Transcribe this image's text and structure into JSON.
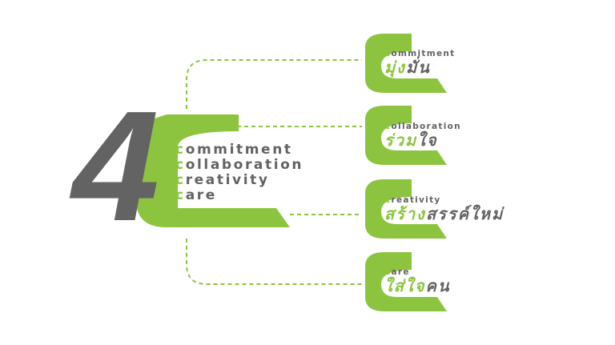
{
  "main": {
    "numeral": "4",
    "lines": [
      {
        "initial": "c",
        "rest": "ommitment"
      },
      {
        "initial": "c",
        "rest": "ollaboration"
      },
      {
        "initial": "c",
        "rest": "reativity"
      },
      {
        "initial": "c",
        "rest": "are"
      }
    ]
  },
  "cards": [
    {
      "en_initial": "c",
      "en_rest": "ommitment",
      "th_green": "มุ่ง",
      "th_gray": "มั่น"
    },
    {
      "en_initial": "c",
      "en_rest": "ollaboration",
      "th_green": "ร่วม",
      "th_gray": "ใจ"
    },
    {
      "en_initial": "c",
      "en_rest": "reativity",
      "th_green": "สร้าง",
      "th_gray": "สรรค์ใหม่"
    },
    {
      "en_initial": "c",
      "en_rest": "are",
      "th_green": "ใส่ใจ",
      "th_gray": "คน"
    }
  ],
  "colors": {
    "accent": "#8dc43f",
    "text": "#636363",
    "background": "#ffffff"
  }
}
